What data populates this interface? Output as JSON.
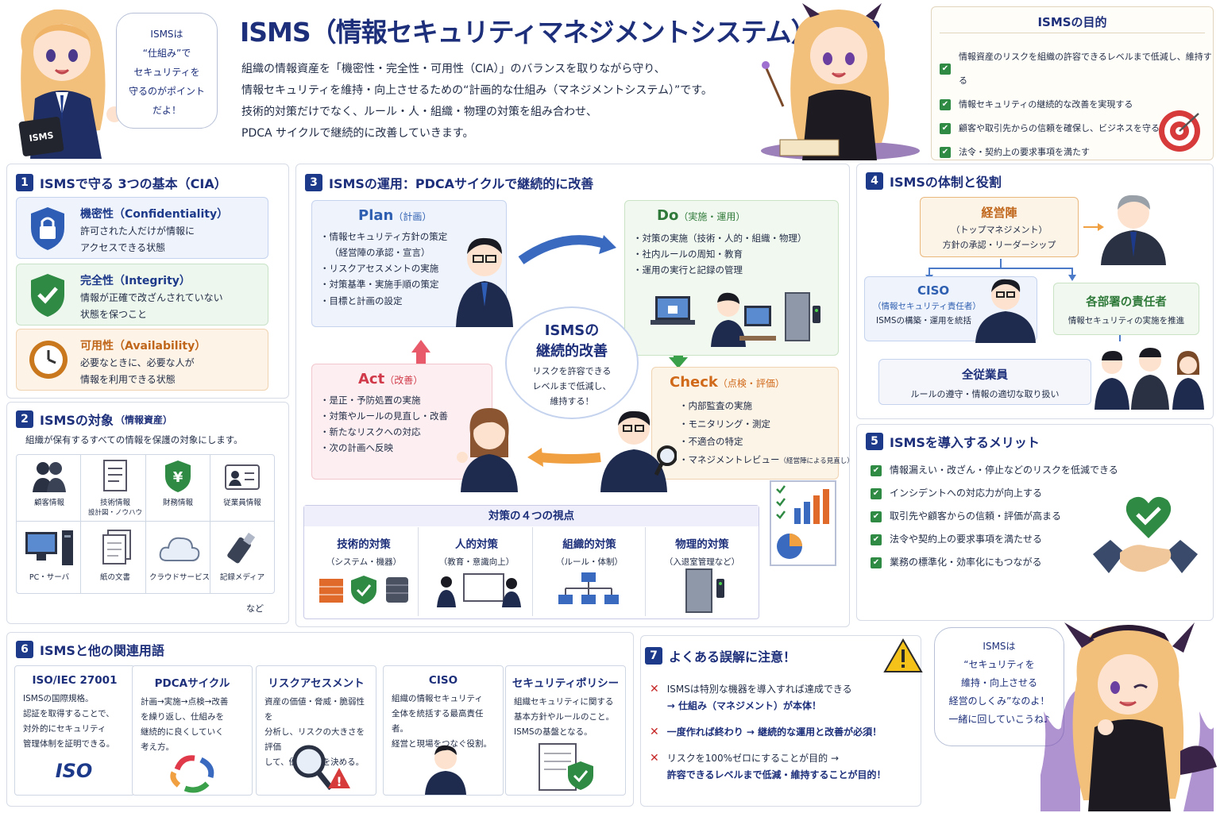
{
  "header": {
    "title": "ISMS（情報セキュリティマネジメントシステム）とは？",
    "intro": [
      "組織の情報資産を「機密性・完全性・可用性（CIA）」のバランスを取りながら守り、",
      "情報セキュリティを維持・向上させるための“計画的な仕組み（マネジメントシステム）”です。",
      "技術的対策だけでなく、ルール・人・組織・物理の対策を組み合わせ、",
      "PDCA サイクルで継続的に改善していきます。"
    ],
    "left_bubble": [
      "ISMSは",
      "“仕組み”で",
      "セキュリティを",
      "守るのがポイント",
      "だよ！"
    ],
    "book_label": "ISMS"
  },
  "purpose": {
    "title": "ISMSの目的",
    "items": [
      "情報資産のリスクを組織の許容できるレベルまで低減し、維持する",
      "情報セキュリティの継続的な改善を実現する",
      "顧客や取引先からの信頼を確保し、ビジネスを守る",
      "法令・契約上の要求事項を満たす"
    ]
  },
  "section1": {
    "num": "1",
    "title": "ISMSで守る 3つの基本（CIA）",
    "cards": [
      {
        "title": "機密性（Confidentiality）",
        "desc1": "許可された人だけが情報に",
        "desc2": "アクセスできる状態",
        "color": "#1d3a8a"
      },
      {
        "title": "完全性（Integrity）",
        "desc1": "情報が正確で改ざんされていない",
        "desc2": "状態を保つこと",
        "color": "#1d3a8a"
      },
      {
        "title": "可用性（Availability）",
        "desc1": "必要なときに、必要な人が",
        "desc2": "情報を利用できる状態",
        "color": "#c0661a"
      }
    ]
  },
  "section2": {
    "num": "2",
    "title": "ISMSの対象",
    "title_sub": "（情報資産）",
    "desc": "組織が保有するすべての情報を保護の対象にします。",
    "assets": [
      "顧客情報",
      "技術情報",
      "財務情報",
      "従業員情報",
      "PC・サーバ",
      "紙の文書",
      "クラウドサービス",
      "記録メディア"
    ],
    "tech_sub": "設計図・ノウハウ",
    "etc": "など"
  },
  "section3": {
    "num": "3",
    "title": "ISMSの運用：PDCAサイクルで継続的に改善",
    "plan": {
      "title": "Plan",
      "sub": "（計画）",
      "items": [
        "情報セキュリティ方針の策定",
        "（経営陣の承認・宣言）",
        "リスクアセスメントの実施",
        "対策基準・実施手順の策定",
        "目標と計画の設定"
      ]
    },
    "do": {
      "title": "Do",
      "sub": "（実施・運用）",
      "items": [
        "対策の実施（技術・人的・組織・物理）",
        "社内ルールの周知・教育",
        "運用の実行と記録の管理"
      ]
    },
    "check": {
      "title": "Check",
      "sub": "（点検・評価）",
      "items": [
        "内部監査の実施",
        "モニタリング・測定",
        "不適合の特定",
        "マネジメントレビュー"
      ],
      "review_note": "（経営陣による見直し）"
    },
    "act": {
      "title": "Act",
      "sub": "（改善）",
      "items": [
        "是正・予防処置の実施",
        "対策やルールの見直し・改善",
        "新たなリスクへの対応",
        "次の計画へ反映"
      ]
    },
    "center": {
      "title1": "ISMSの",
      "title2": "継続的改善",
      "desc": [
        "リスクを許容できる",
        "レベルまで低減し、",
        "維持する！"
      ]
    },
    "views_title": "対策の４つの視点",
    "views": [
      {
        "title": "技術的対策",
        "sub": "（システム・機器）"
      },
      {
        "title": "人的対策",
        "sub": "（教育・意識向上）"
      },
      {
        "title": "組織的対策",
        "sub": "（ルール・体制）"
      },
      {
        "title": "物理的対策",
        "sub": "（入退室管理など）"
      }
    ]
  },
  "section4": {
    "num": "4",
    "title": "ISMSの体制と役割",
    "mgmt": {
      "title": "経営陣",
      "sub": "（トップマネジメント）",
      "desc": "方針の承認・リーダーシップ"
    },
    "ciso": {
      "title": "CISO",
      "sub": "（情報セキュリティ責任者）",
      "desc": "ISMSの構築・運用を統括"
    },
    "dept": {
      "title": "各部署の責任者",
      "desc": "情報セキュリティの実施を推進"
    },
    "staff": {
      "title": "全従業員",
      "desc": "ルールの遵守・情報の適切な取り扱い"
    }
  },
  "section5": {
    "num": "5",
    "title": "ISMSを導入するメリット",
    "items": [
      "情報漏えい・改ざん・停止などのリスクを低減できる",
      "インシデントへの対応力が向上する",
      "取引先や顧客からの信頼・評価が高まる",
      "法令や契約上の要求事項を満たせる",
      "業務の標準化・効率化にもつながる"
    ]
  },
  "section6": {
    "num": "6",
    "title": "ISMSと他の関連用語",
    "terms": [
      {
        "title": "ISO/IEC 27001",
        "lines": [
          "ISMSの国際規格。",
          "認証を取得することで、",
          "対外的にセキュリティ",
          "管理体制を証明できる。"
        ]
      },
      {
        "title": "PDCAサイクル",
        "lines": [
          "計画→実施→点検→改善",
          "を繰り返し、仕組みを",
          "継続的に良くしていく",
          "考え方。"
        ]
      },
      {
        "title": "リスクアセスメント",
        "lines": [
          "資産の価値・脅威・脆弱性を",
          "分析し、リスクの大きさを評価",
          "して、優先順位を決める。"
        ]
      },
      {
        "title": "CISO",
        "lines": [
          "組織の情報セキュリティ",
          "全体を統括する最高責任者。",
          "経営と現場をつなぐ役割。"
        ]
      },
      {
        "title": "セキュリティポリシー",
        "lines": [
          "組織セキュリティに関する",
          "基本方針やルールのこと。",
          "ISMSの基盤となる。"
        ]
      }
    ],
    "iso_logo": "ISO"
  },
  "section7": {
    "num": "7",
    "title": "よくある誤解に注意！",
    "items": [
      {
        "l1": "ISMSは特別な機器を導入すれば達成できる",
        "l2": "→ 仕組み（マネジメント）が本体！"
      },
      {
        "l1": "一度作れば終わり → 継続的な運用と改善が必須！",
        "l2": ""
      },
      {
        "l1": "リスクを100%ゼロにすることが目的 →",
        "l2": "許容できるレベルまで低減・維持することが目的！"
      }
    ]
  },
  "right_bubble": [
    "ISMSは",
    "“セキュリティを",
    "維持・向上させる",
    "経営のしくみ”なのよ！",
    "一緒に回していこうね♪"
  ],
  "colors": {
    "navy": "#1d2f7a",
    "check": "#2f8a44",
    "plan_blue": "#2f5fb0",
    "do_green": "#2f7a3a",
    "check_orange": "#d06a1a",
    "act_red": "#d03a4a"
  }
}
